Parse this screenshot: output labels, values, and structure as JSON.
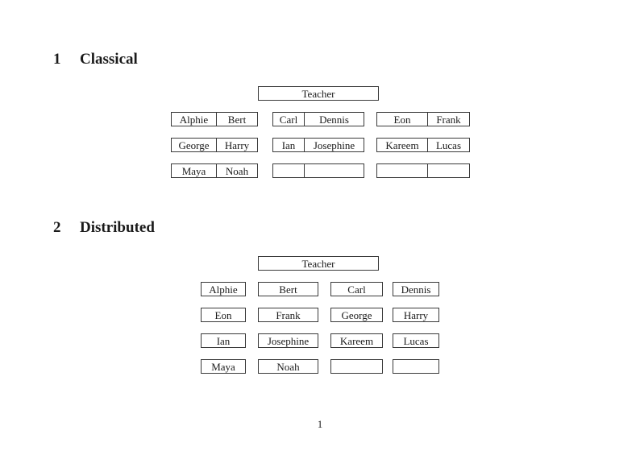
{
  "page": {
    "number": "1"
  },
  "colors": {
    "text": "#1a1a1a",
    "border": "#3a3a3a",
    "background": "#ffffff"
  },
  "classical": {
    "heading_number": "1",
    "heading_title": "Classical",
    "teacher_label": "Teacher",
    "rows": [
      [
        [
          "Alphie",
          "Bert"
        ],
        [
          "Carl",
          "Dennis"
        ],
        [
          "Eon",
          "Frank"
        ]
      ],
      [
        [
          "George",
          "Harry"
        ],
        [
          "Ian",
          "Josephine"
        ],
        [
          "Kareem",
          "Lucas"
        ]
      ],
      [
        [
          "Maya",
          "Noah"
        ],
        [
          "",
          ""
        ],
        [
          "",
          ""
        ]
      ]
    ]
  },
  "distributed": {
    "heading_number": "2",
    "heading_title": "Distributed",
    "teacher_label": "Teacher",
    "rows": [
      [
        "Alphie",
        "Bert",
        "Carl",
        "Dennis"
      ],
      [
        "Eon",
        "Frank",
        "George",
        "Harry"
      ],
      [
        "Ian",
        "Josephine",
        "Kareem",
        "Lucas"
      ],
      [
        "Maya",
        "Noah",
        "",
        ""
      ]
    ]
  }
}
